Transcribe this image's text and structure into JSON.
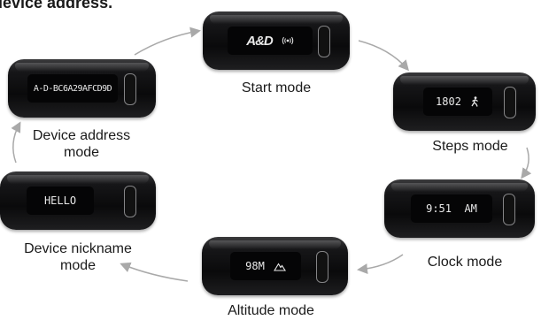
{
  "header_text": "device address.",
  "modes": {
    "start": {
      "label": "Start mode",
      "display": "A&D",
      "icon": "radio-waves-icon"
    },
    "steps": {
      "label": "Steps mode",
      "display": "1802",
      "icon": "walking-person-icon"
    },
    "clock": {
      "label": "Clock mode",
      "display": "9:51  AM"
    },
    "altitude": {
      "label": "Altitude mode",
      "display": "98M",
      "icon": "mountain-icon"
    },
    "nickname": {
      "label_line1": "Device nickname",
      "label_line2": "mode",
      "display": "HELLO"
    },
    "address": {
      "label_line1": "Device address",
      "label_line2": "mode",
      "display": "A-D-BC6A29AFCD9D"
    }
  },
  "colors": {
    "device_body": "#111111",
    "screen_text": "#e9e9e9",
    "arrow": "#a9a9a9"
  }
}
